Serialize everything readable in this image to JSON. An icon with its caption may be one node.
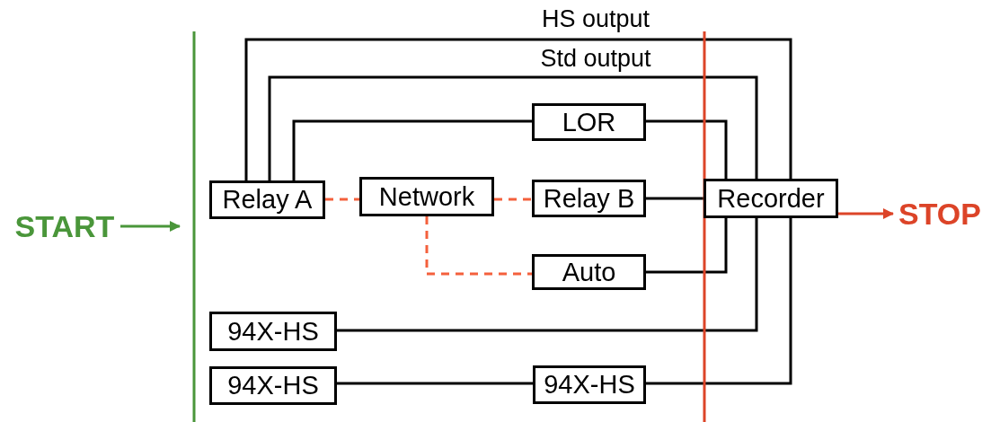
{
  "diagram": {
    "nodes": [
      {
        "text": [
          "START"
        ]
      },
      {
        "text": [
          "STOP"
        ]
      },
      {
        "text": [
          "Relay A"
        ]
      },
      {
        "text": [
          "Network"
        ]
      },
      {
        "text": [
          "Relay B"
        ]
      },
      {
        "text": [
          "LOR"
        ]
      },
      {
        "text": [
          "Recorder"
        ]
      },
      {
        "text": [
          "Auto"
        ]
      },
      {
        "text": [
          "94X-HS"
        ]
      },
      {
        "text": [
          "94X-HS"
        ]
      },
      {
        "text": [
          "94X-HS"
        ]
      }
    ],
    "edges": [
      {
        "from": 0,
        "to": null,
        "arrow": "to",
        "color": "#4a963a"
      },
      {
        "from": 6,
        "to": 1,
        "arrow": "to",
        "color": "#dc4428"
      },
      {
        "from": 2,
        "to": 6,
        "arrow": "none",
        "label": "HS output"
      },
      {
        "from": 2,
        "to": 6,
        "arrow": "none",
        "label": "Std output"
      },
      {
        "from": 2,
        "to": 5,
        "arrow": "none"
      },
      {
        "from": 5,
        "to": 6,
        "arrow": "none"
      },
      {
        "from": 2,
        "to": 3,
        "arrow": "none",
        "style": "dashed",
        "color": "#f4603c"
      },
      {
        "from": 3,
        "to": 4,
        "arrow": "none",
        "style": "dashed",
        "color": "#f4603c"
      },
      {
        "from": 4,
        "to": 6,
        "arrow": "none"
      },
      {
        "from": 3,
        "to": 7,
        "arrow": "none",
        "style": "dashed",
        "color": "#f4603c"
      },
      {
        "from": 7,
        "to": 6,
        "arrow": "none"
      },
      {
        "from": 8,
        "to": 6,
        "arrow": "none"
      },
      {
        "from": 9,
        "to": 10,
        "arrow": "none"
      },
      {
        "from": 10,
        "to": 6,
        "arrow": "none"
      }
    ]
  }
}
